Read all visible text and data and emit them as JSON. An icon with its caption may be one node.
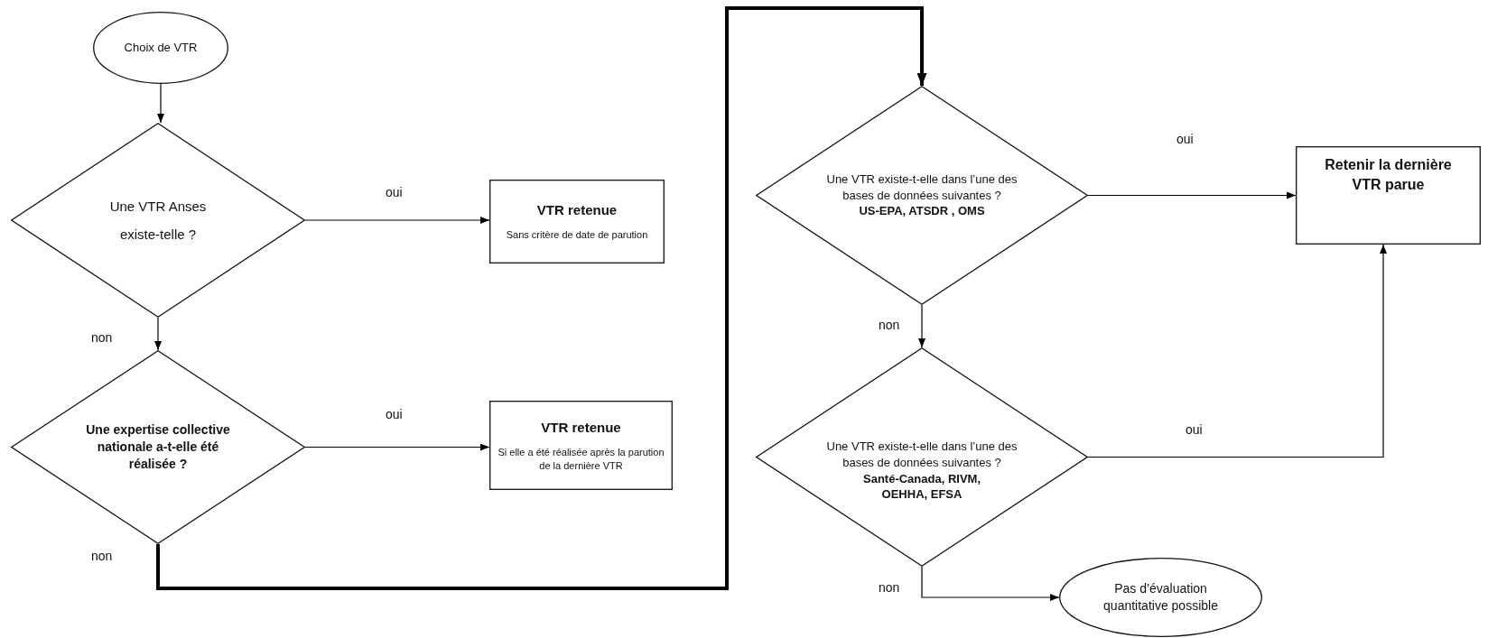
{
  "diagram": {
    "nodes": [
      {
        "text": [
          "Choix de VTR"
        ]
      },
      {
        "text": [
          "Une VTR Anses existe-telle ?"
        ]
      },
      {
        "text": [
          "VTR retenue",
          "Sans critère de date de parution"
        ]
      },
      {
        "text": [
          "Une expertise collective nationale a-t-elle été réalisée ?"
        ]
      },
      {
        "text": [
          "VTR retenue",
          "Si elle a été réalisée après la parution de la dernière VTR"
        ]
      },
      {
        "text": [
          "Une VTR existe-t-elle dans l’une des bases de données suivantes ?",
          "US-EPA,  ATSDR , OMS"
        ]
      },
      {
        "text": [
          "Retenir la dernière VTR parue"
        ]
      },
      {
        "text": [
          "Une VTR existe-t-elle dans l’une des bases de données suivantes ?",
          "Santé-Canada, RIVM, OEHHA, EFSA"
        ]
      },
      {
        "text": [
          "Pas d’évaluation quantitative possible"
        ]
      }
    ],
    "edges": [
      {
        "from": 0,
        "to": 1,
        "arrow": "to"
      },
      {
        "from": 1,
        "to": 2,
        "arrow": "to",
        "label": "oui"
      },
      {
        "from": 1,
        "to": 3,
        "arrow": "to",
        "label": "non"
      },
      {
        "from": 3,
        "to": 4,
        "arrow": "to",
        "label": "oui"
      },
      {
        "from": 3,
        "to": 5,
        "arrow": "to",
        "label": "non",
        "style": "thick"
      },
      {
        "from": 5,
        "to": 6,
        "arrow": "to",
        "label": "oui"
      },
      {
        "from": 5,
        "to": 7,
        "arrow": "to",
        "label": "non"
      },
      {
        "from": 7,
        "to": 6,
        "arrow": "to",
        "label": "oui"
      },
      {
        "from": 7,
        "to": 8,
        "arrow": "to",
        "label": "non"
      }
    ]
  }
}
